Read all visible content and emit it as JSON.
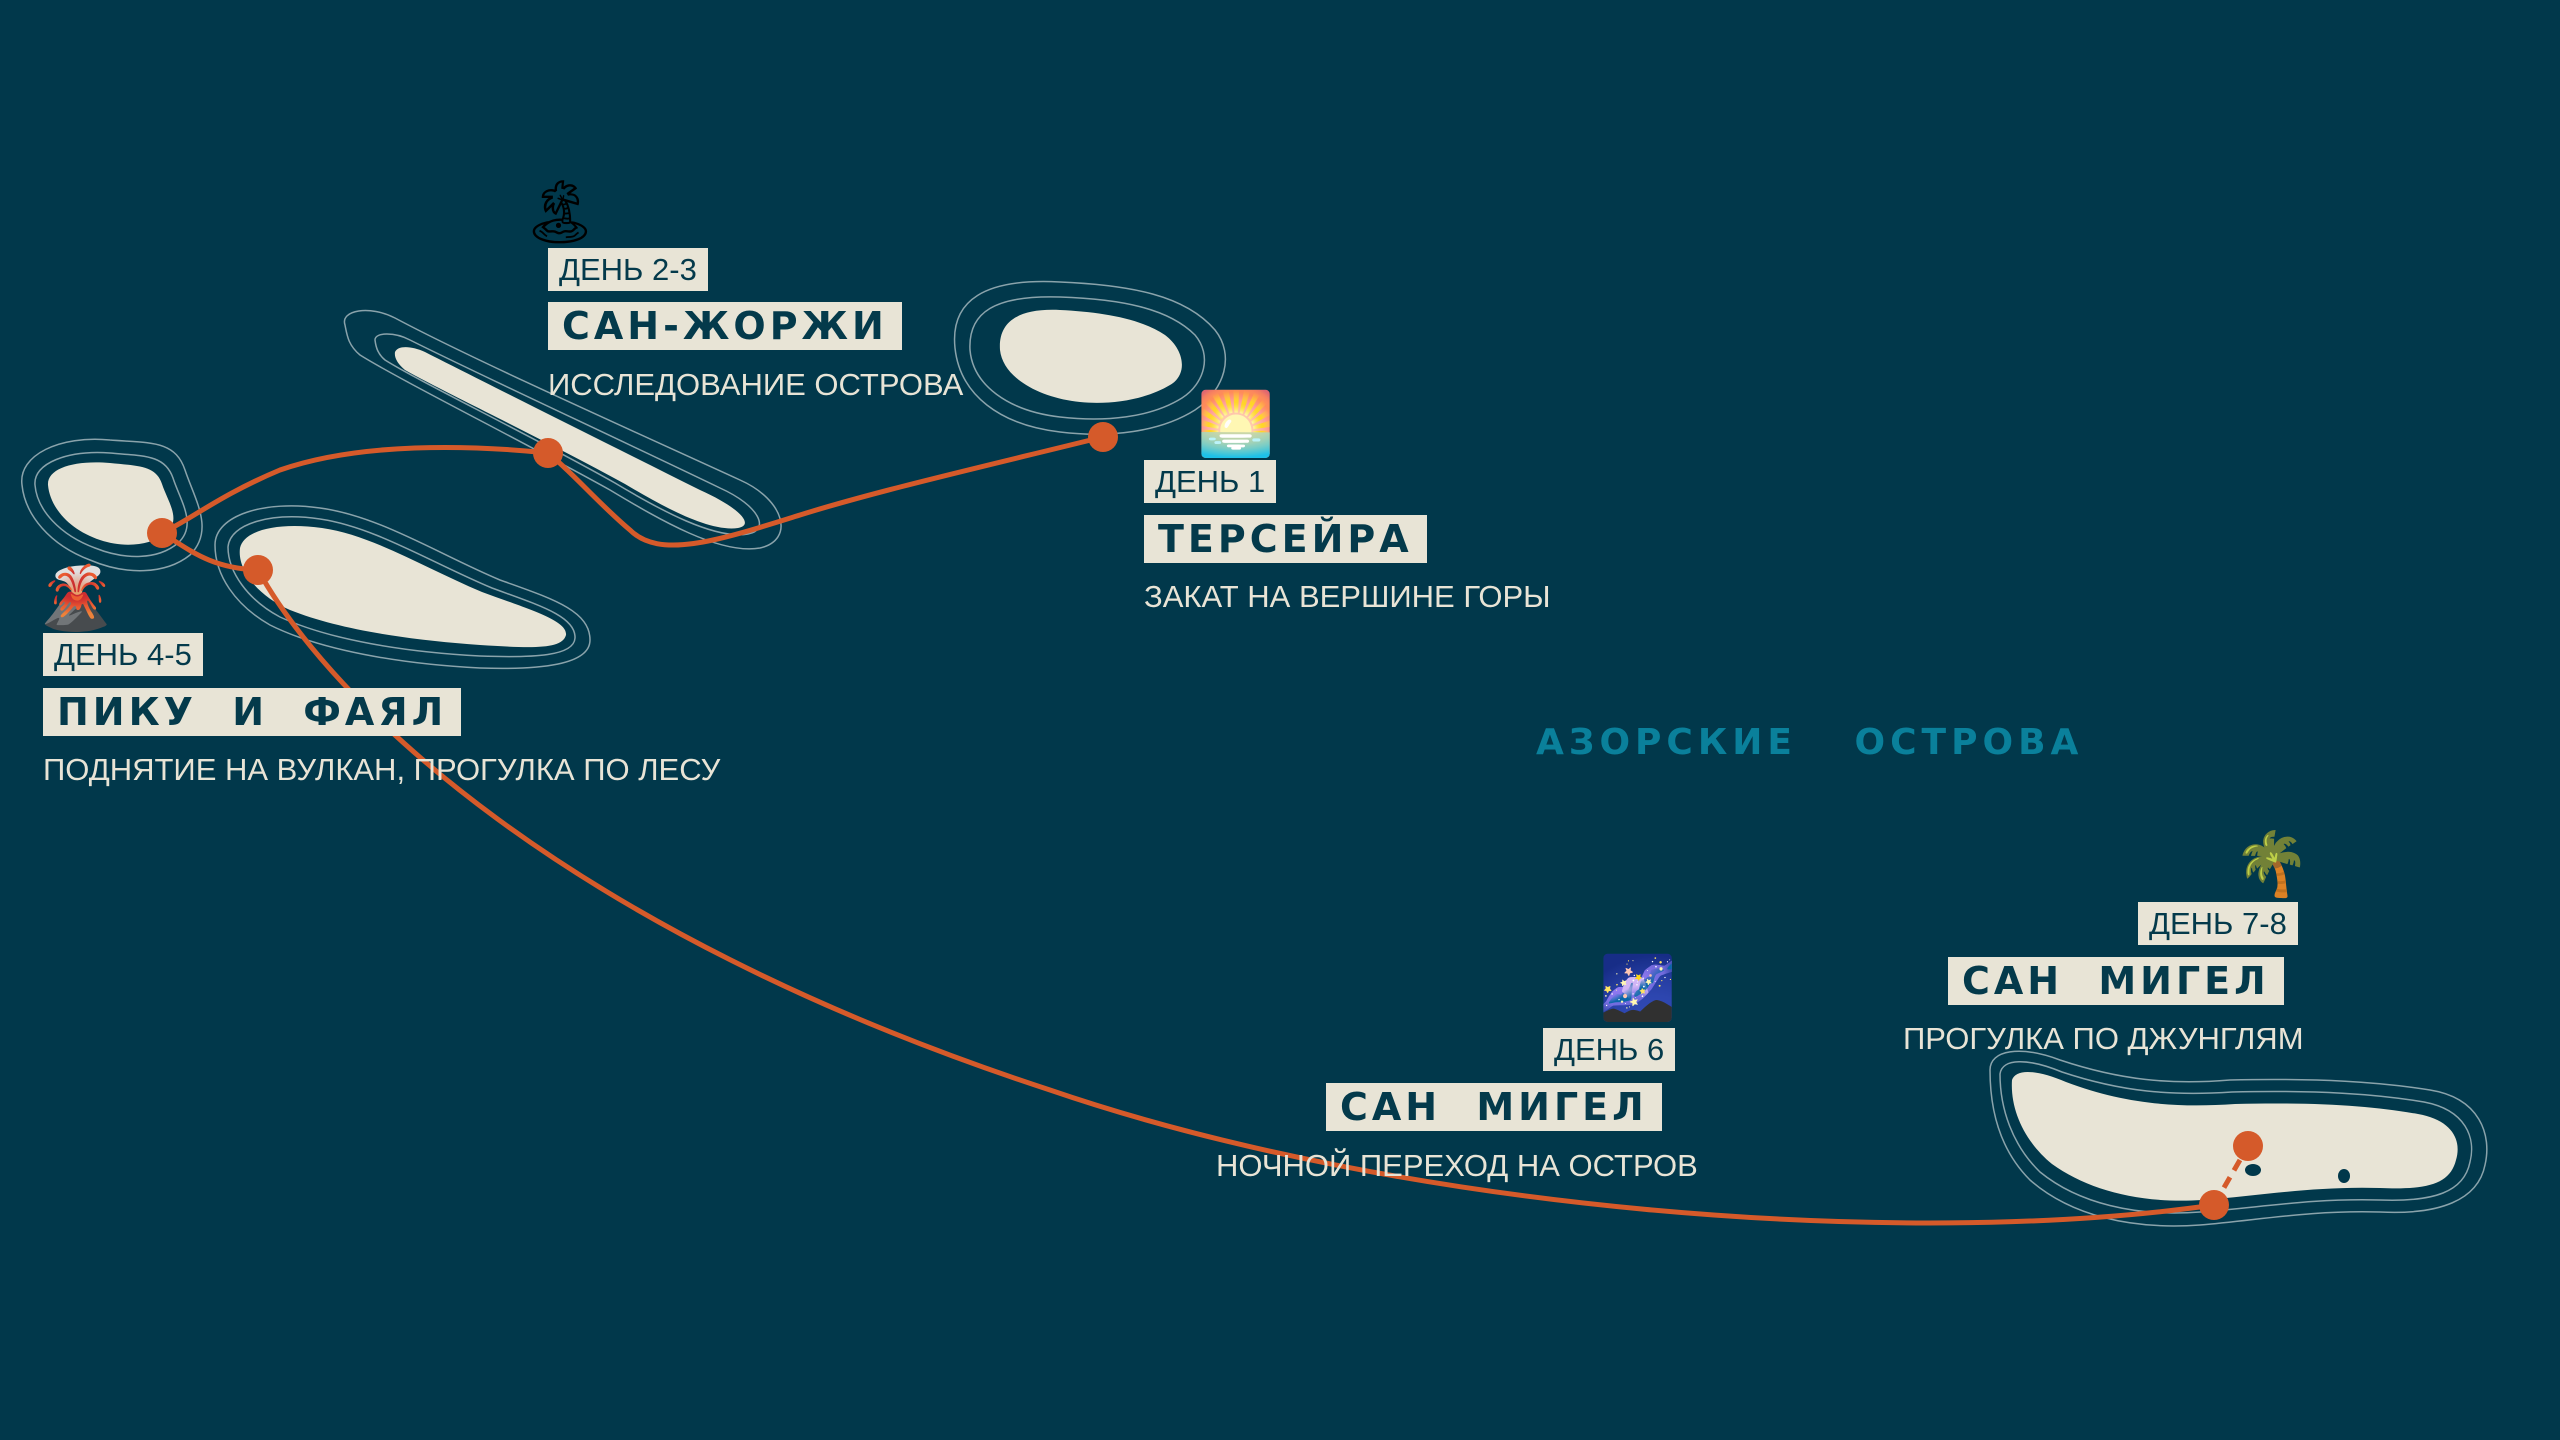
{
  "map_title": "АЗОРСКИЕ ОСТРОВА",
  "stops": [
    {
      "day": "ДЕНЬ 1",
      "name": "ТЕРСЕЙРА",
      "description": "ЗАКАТ НА ВЕРШИНЕ ГОРЫ",
      "icon": "sunset-icon"
    },
    {
      "day": "ДЕНЬ 2-3",
      "name": "САН-ЖОРЖИ",
      "description": "ИССЛЕДОВАНИЕ ОСТРОВА",
      "icon": "desert-island-icon"
    },
    {
      "day": "ДЕНЬ 4-5",
      "name": "ПИКУ И ФАЯЛ",
      "description": "ПОДНЯТИЕ НА ВУЛКАН, ПРОГУЛКА ПО ЛЕСУ",
      "icon": "volcano-icon"
    },
    {
      "day": "ДЕНЬ 6",
      "name": "САН МИГЕЛ",
      "description": "НОЧНОЙ ПЕРЕХОД НА ОСТРОВ",
      "icon": "milky-way-icon"
    },
    {
      "day": "ДЕНЬ 7-8",
      "name": "САН МИГЕЛ",
      "description": "ПРОГУЛКА ПО ДЖУНГЛЯМ",
      "icon": "palm-trees-icon"
    }
  ],
  "colors": {
    "ocean": "#01384b",
    "land": "#e8e4d6",
    "route": "#d55a2a",
    "title": "#0a809b"
  }
}
